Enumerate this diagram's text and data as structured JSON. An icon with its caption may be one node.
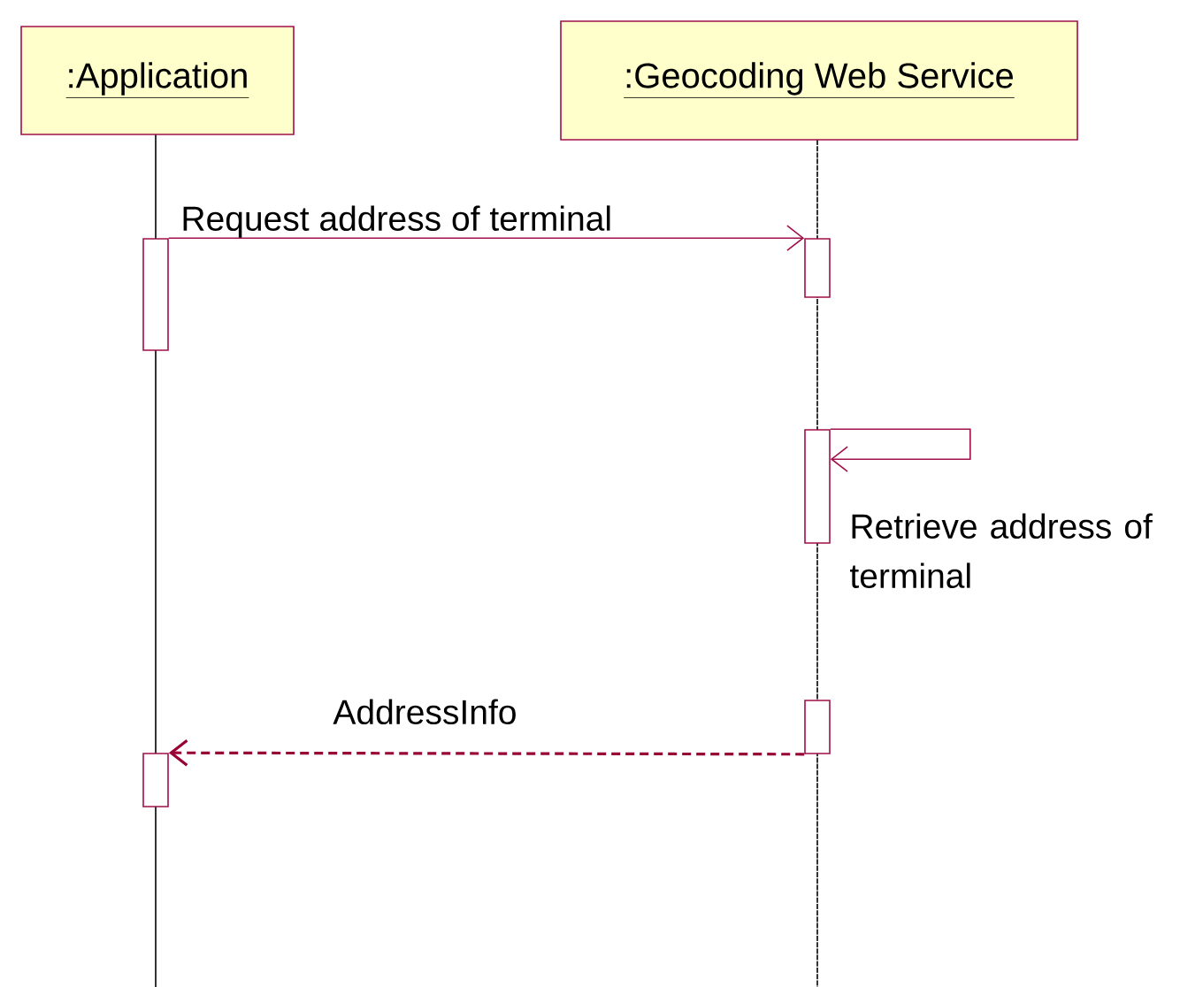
{
  "diagram": {
    "nodes": [
      {
        "text": [
          ":Application"
        ]
      },
      {
        "text": [
          ":Geocoding Web Service"
        ]
      },
      {
        "text": [],
        "shape": "bar"
      },
      {
        "text": [],
        "shape": "bar"
      },
      {
        "text": [],
        "shape": "bar"
      },
      {
        "text": [],
        "shape": "bar"
      },
      {
        "text": [],
        "shape": "bar"
      }
    ],
    "edges": [
      {
        "from": 2,
        "to": 3,
        "arrow": "to",
        "label": "Request address of terminal"
      },
      {
        "from": 4,
        "to": 4,
        "arrow": "to",
        "label": "Retrieve address of terminal"
      },
      {
        "from": 5,
        "to": 6,
        "arrow": "to",
        "label": "AddressInfo",
        "style": "dashed"
      }
    ]
  }
}
